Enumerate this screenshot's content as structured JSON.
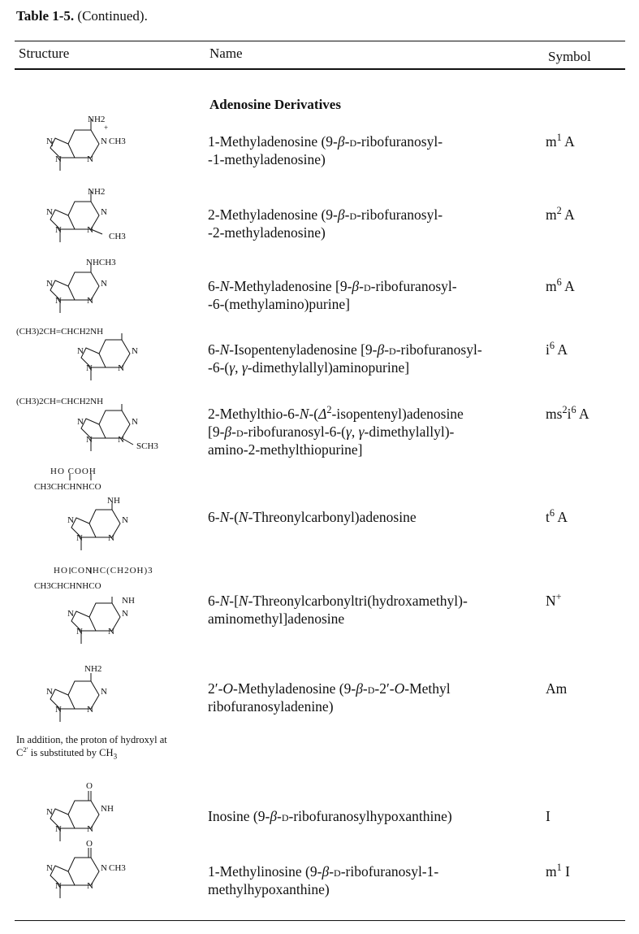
{
  "table": {
    "title_label": "Table 1-5.",
    "title_suffix": "(Continued).",
    "col_structure": "Structure",
    "col_name": "Name",
    "col_symbol": "Symbol",
    "section": "Adenosine Derivatives"
  },
  "rows": [
    {
      "name_html": "1-Methyladenosine (9-<i>β</i>-<span style=\"font-variant:small-caps\">d</span>-ribofuranosyl-<br>-1-methyladenosine)",
      "symbol_html": "m<sup>1</sup> A",
      "labels": [
        "NH2",
        "+",
        "N",
        "CH3",
        "N",
        "N",
        "N"
      ]
    },
    {
      "name_html": "2-Methyladenosine (9-<i>β</i>-<span style=\"font-variant:small-caps\">d</span>-ribofuranosyl-<br>-2-methyladenosine)",
      "symbol_html": "m<sup>2</sup> A",
      "labels": [
        "NH2",
        "N",
        "N",
        "N",
        "N",
        "CH3"
      ]
    },
    {
      "name_html": "6-<i>N</i>-Methyladenosine [9-<i>β</i>-<span style=\"font-variant:small-caps\">d</span>-ribofuranosyl-<br>-6-(methylamino)purine]",
      "symbol_html": "m<sup>6</sup> A",
      "labels": [
        "NHCH3",
        "N",
        "N",
        "N",
        "N"
      ]
    },
    {
      "name_html": "6-<i>N</i>-Isopentenyladenosine [9-<i>β</i>-<span style=\"font-variant:small-caps\">d</span>-ribofuranosyl-<br>-6-(<i>γ</i>, <i>γ</i>-dimethylallyl)aminopurine]",
      "symbol_html": "i<sup>6</sup> A",
      "labels": [
        "(CH3)2CH=CHCH2NH",
        "N",
        "N",
        "N",
        "N"
      ]
    },
    {
      "name_html": "2-Methylthio-6-<i>N</i>-(<i>Δ</i><sup>2</sup>-isopentenyl)adenosine<br>[9-<i>β</i>-<span style=\"font-variant:small-caps\">d</span>-ribofuranosyl-6-(<i>γ</i>, <i>γ</i>-dimethylallyl)-<br>amino-2-methylthiopurine]",
      "symbol_html": "ms<sup>2</sup>i<sup>6</sup> A",
      "labels": [
        "(CH3)2CH=CHCH2NH",
        "N",
        "N",
        "N",
        "N",
        "SCH3"
      ]
    },
    {
      "name_html": "6-<i>N</i>-(<i>N</i>-Threonylcarbonyl)adenosine",
      "symbol_html": "t<sup>6</sup> A",
      "labels": [
        "HO COOH",
        "CH3CHCHNHCO",
        "NH",
        "N",
        "N",
        "N",
        "N"
      ]
    },
    {
      "name_html": "6-<i>N</i>-[<i>N</i>-Threonylcarbonyltri(hydroxamethyl)-<br>aminomethyl]adenosine",
      "symbol_html": "N<sup>+</sup>",
      "labels": [
        "HO CONHC(CH2OH)3",
        "CH3CHCHNHCO",
        "NH",
        "N",
        "N",
        "N",
        "N"
      ]
    },
    {
      "name_html": "2′-<i>O</i>-Methyladenosine (9-<i>β</i>-<span style=\"font-variant:small-caps\">d</span>-2′-<i>O</i>-Methyl<br>ribofuranosyladenine)",
      "symbol_html": "Am",
      "labels": [
        "NH2",
        "N",
        "N",
        "N",
        "N"
      ]
    },
    {
      "name_html": "Inosine (9-<i>β</i>-<span style=\"font-variant:small-caps\">d</span>-ribofuranosylhypoxanthine)",
      "symbol_html": "I",
      "labels": [
        "O",
        "NH",
        "N",
        "N",
        "N"
      ]
    },
    {
      "name_html": "1-Methylinosine (9-<i>β</i>-<span style=\"font-variant:small-caps\">d</span>-ribofuranosyl-1-<br>methylhypoxanthine)",
      "symbol_html": "m<sup>1</sup> I",
      "labels": [
        "O",
        "N",
        "CH3",
        "N",
        "N",
        "N"
      ]
    }
  ],
  "note_html": "In addition, the proton of hydroxyl at C<sup>2′</sup> is substituted by CH<sub style=\"font-size:0.75em\">3</sub>"
}
